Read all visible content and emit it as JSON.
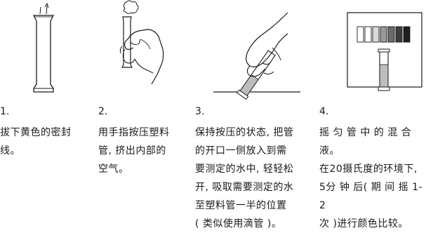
{
  "steps": [
    {
      "number": "1.",
      "text": "拔下黄色的密封\n线。",
      "illustration": "tube-remove-seal-icon"
    },
    {
      "number": "2.",
      "text": "用手指按压塑料\n管, 挤出内部的\n空气。",
      "illustration": "hand-squeeze-tube-icon"
    },
    {
      "number": "3.",
      "text": "保持按压的状态, 把管\n的开口一侧放入到需\n要测定的水中, 轻轻松\n开, 吸取需要测定的水\n至塑料管一半的位置\n( 类似使用滴管 )。",
      "illustration": "hand-dip-tube-water-icon"
    },
    {
      "number": "4.",
      "text": "摇 匀 管 中 的 混 合 液。\n在20摄氏度的环境下,\n5分 钟 后( 期 间 摇 1-2\n次 )进行颜色比较。",
      "illustration": "color-chart-compare-icon"
    }
  ],
  "colors": {
    "line": "#1a1a1a",
    "swatches": [
      "#ffffff",
      "#ffffff",
      "#d9d9d9",
      "#9a9a9a",
      "#6a6a6a",
      "#3c3c3c",
      "#1e1e1e"
    ],
    "liquid": "#bdbdbd"
  }
}
